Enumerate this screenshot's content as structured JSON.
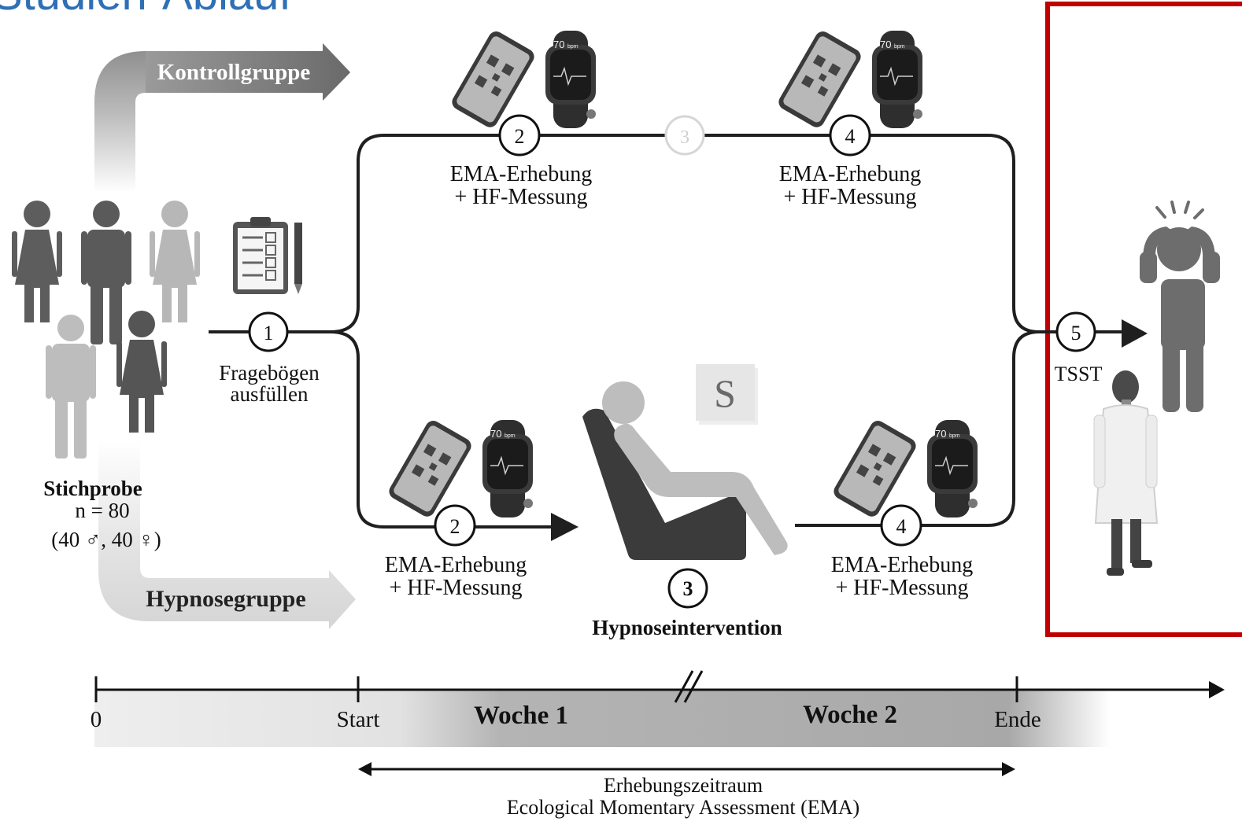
{
  "slide": {
    "title_partial": "Studien-Ablauf",
    "title_color": "#2f6fb5",
    "highlight_color": "#c00000"
  },
  "groups": {
    "control": "Kontrollgruppe",
    "hypnosis": "Hypnosegruppe"
  },
  "sample": {
    "title": "Stichprobe",
    "n": "n = 80",
    "split": "(40 ♂, 40 ♀)"
  },
  "steps": {
    "s1_num": "1",
    "s1_line1": "Fragebögen",
    "s1_line2": "ausfüllen",
    "s2_num": "2",
    "s3_num": "3",
    "s4_num": "4",
    "s5_num": "5",
    "ema_line1": "EMA-Erhebung",
    "ema_line2": "+ HF-Messung",
    "hypno_label": "Hypnoseintervention",
    "tsst_label": "TSST",
    "s_icon_letter": "S",
    "bpm_value": "70",
    "bpm_unit": "bpm"
  },
  "timeline": {
    "zero": "0",
    "start": "Start",
    "week1": "Woche 1",
    "week2": "Woche 2",
    "end": "Ende",
    "period_line1": "Erhebungszeitraum",
    "period_line2": "Ecological Momentary Assessment (EMA)"
  }
}
